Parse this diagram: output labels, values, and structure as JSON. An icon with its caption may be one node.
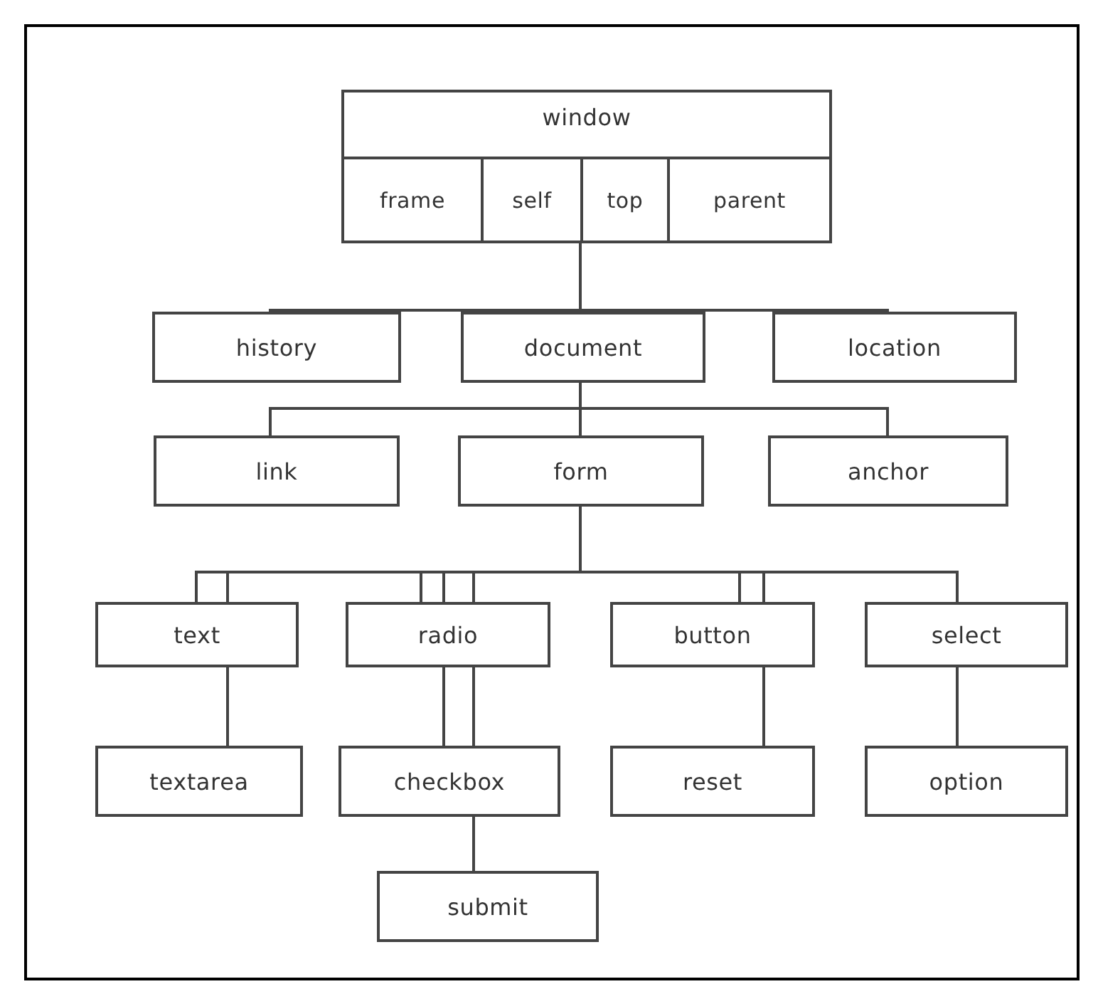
{
  "diagram": {
    "nodes": [
      {
        "text": [
          "window"
        ]
      },
      {
        "text": [
          "frame"
        ],
        "in": 0
      },
      {
        "text": [
          "self"
        ],
        "in": 0
      },
      {
        "text": [
          "top"
        ],
        "in": 0
      },
      {
        "text": [
          "parent"
        ],
        "in": 0
      },
      {
        "text": [
          "history"
        ]
      },
      {
        "text": [
          "document"
        ]
      },
      {
        "text": [
          "location"
        ]
      },
      {
        "text": [
          "link"
        ]
      },
      {
        "text": [
          "form"
        ]
      },
      {
        "text": [
          "anchor"
        ]
      },
      {
        "text": [
          "text"
        ]
      },
      {
        "text": [
          "radio"
        ]
      },
      {
        "text": [
          "button"
        ]
      },
      {
        "text": [
          "select"
        ]
      },
      {
        "text": [
          "textarea"
        ]
      },
      {
        "text": [
          "checkbox"
        ]
      },
      {
        "text": [
          "reset"
        ]
      },
      {
        "text": [
          "option"
        ]
      },
      {
        "text": [
          "submit"
        ]
      }
    ],
    "edges": [
      {
        "from": 0,
        "to": 5,
        "arrow": "none"
      },
      {
        "from": 0,
        "to": 6,
        "arrow": "none"
      },
      {
        "from": 0,
        "to": 7,
        "arrow": "none"
      },
      {
        "from": 6,
        "to": 8,
        "arrow": "none"
      },
      {
        "from": 6,
        "to": 9,
        "arrow": "none"
      },
      {
        "from": 6,
        "to": 10,
        "arrow": "none"
      },
      {
        "from": 9,
        "to": 11,
        "arrow": "none"
      },
      {
        "from": 9,
        "to": 11,
        "arrow": "none"
      },
      {
        "from": 11,
        "to": 15,
        "arrow": "none"
      },
      {
        "from": 9,
        "to": 12,
        "arrow": "none"
      },
      {
        "from": 9,
        "to": 12,
        "arrow": "none"
      },
      {
        "from": 9,
        "to": 12,
        "arrow": "none"
      },
      {
        "from": 12,
        "to": 16,
        "arrow": "none"
      },
      {
        "from": 12,
        "to": 16,
        "arrow": "none"
      },
      {
        "from": 16,
        "to": 19,
        "arrow": "none"
      },
      {
        "from": 9,
        "to": 13,
        "arrow": "none"
      },
      {
        "from": 9,
        "to": 13,
        "arrow": "none"
      },
      {
        "from": 13,
        "to": 17,
        "arrow": "none"
      },
      {
        "from": 9,
        "to": 14,
        "arrow": "none"
      },
      {
        "from": 14,
        "to": 18,
        "arrow": "none"
      }
    ]
  }
}
